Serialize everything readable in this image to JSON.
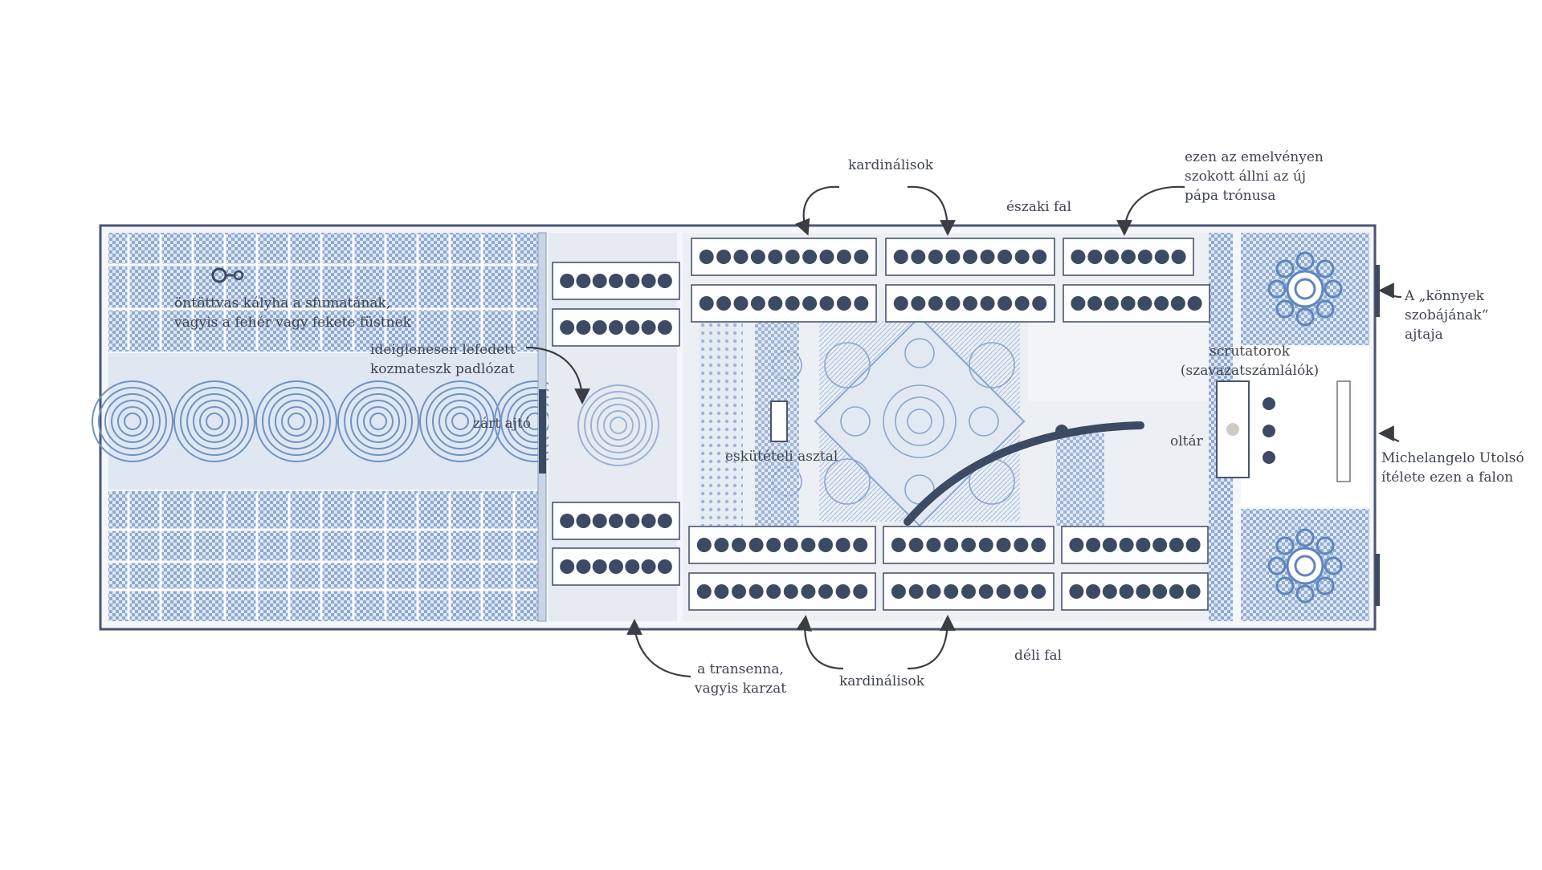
{
  "colors": {
    "background": "#ffffff",
    "floor_pattern": "#6f93c4",
    "floor_pattern_light": "#c3d3e8",
    "wall_outline": "#4a5570",
    "seat": "#3c4a63",
    "label_text": "#3f4450",
    "arrow": "#3a3d44"
  },
  "labels": {
    "cardinals_top": "kardinálisok",
    "north_wall": "északi fal",
    "throne": [
      "ezen az emelvényen",
      "szokott állni az új",
      "pápa trónusa"
    ],
    "stove": [
      "öntöttvas kályha a sfumatának,",
      "vagyis a fehér vagy fekete füstnek"
    ],
    "covered_floor": [
      "ideiglenesen lefedett",
      "kozmateszk padlózat"
    ],
    "closed_door": "zárt ajtó",
    "oath_table": "esküt​ételi asztal",
    "altar": "oltár",
    "scrutators": [
      "scrutatorok",
      "(szavazatszámlálók)"
    ],
    "tears_door": [
      "A „könnyek",
      "szobájának“",
      "ajtaja"
    ],
    "last_judgment": [
      "Michelangelo Utolsó",
      "ítélete ezen a falon"
    ],
    "transenna": [
      "a transenna,",
      "vagyis karzat"
    ],
    "cardinals_bottom": "kardinálisok",
    "south_wall": "déli fal"
  },
  "seat_rows": [
    {
      "group": "cardinals-north-front",
      "rows": [
        10,
        9,
        7
      ]
    },
    {
      "group": "cardinals-north-back",
      "rows": [
        10,
        9,
        8
      ]
    },
    {
      "group": "transenna-north",
      "rows": [
        7,
        7
      ]
    },
    {
      "group": "transenna-south",
      "rows": [
        7,
        7
      ]
    },
    {
      "group": "cardinals-south-front",
      "rows": [
        10,
        9,
        8
      ]
    },
    {
      "group": "cardinals-south-back",
      "rows": [
        10,
        9,
        8
      ]
    },
    {
      "group": "scrutators",
      "rows": [
        3
      ]
    }
  ]
}
